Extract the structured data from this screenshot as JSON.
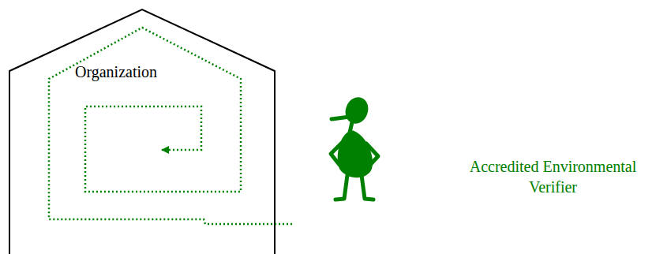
{
  "diagram": {
    "nodes": [
      {
        "text": [
          "Organization"
        ]
      },
      {
        "text": [
          "Accredited Environmental Verifier"
        ]
      }
    ],
    "edges": [
      {
        "from": 1,
        "to": 0,
        "arrow": "to"
      }
    ]
  }
}
